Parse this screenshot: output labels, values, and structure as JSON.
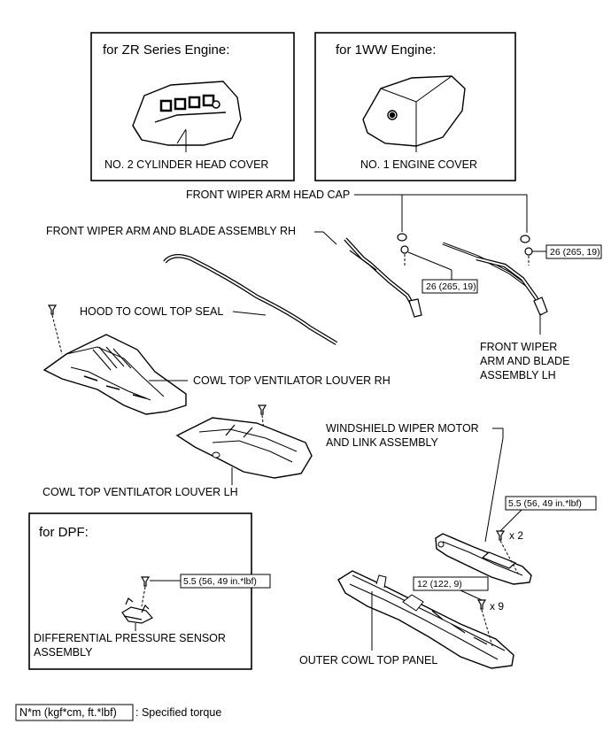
{
  "insets": {
    "zr": {
      "header": "for ZR Series Engine:",
      "label": "NO. 2 CYLINDER HEAD COVER"
    },
    "ww": {
      "header": "for 1WW Engine:",
      "label": "NO. 1 ENGINE COVER"
    },
    "dpf": {
      "header": "for DPF:",
      "label_line1": "DIFFERENTIAL PRESSURE SENSOR",
      "label_line2": "ASSEMBLY",
      "torque": "5.5 (56, 49 in.*lbf)"
    }
  },
  "parts": {
    "head_cap": "FRONT WIPER ARM HEAD CAP",
    "wiper_rh": "FRONT WIPER ARM AND BLADE ASSEMBLY RH",
    "wiper_lh_line1": "FRONT WIPER",
    "wiper_lh_line2": "ARM AND BLADE",
    "wiper_lh_line3": "ASSEMBLY LH",
    "hood_seal": "HOOD TO COWL TOP SEAL",
    "louver_rh": "COWL TOP VENTILATOR LOUVER RH",
    "louver_lh": "COWL TOP VENTILATOR LOUVER LH",
    "motor_line1": "WINDSHIELD WIPER MOTOR",
    "motor_line2": "AND LINK ASSEMBLY",
    "outer_panel": "OUTER COWL TOP PANEL"
  },
  "torques": {
    "wiper_rh_nut": "26 (265, 19)",
    "wiper_lh_nut": "26 (265, 19)",
    "motor_bolt": "5.5 (56, 49 in.*lbf)",
    "panel_bolt": "12 (122, 9)"
  },
  "multipliers": {
    "motor_bolt": "x 2",
    "panel_bolt": "x 9"
  },
  "legend": {
    "box": "N*m (kgf*cm, ft.*lbf)",
    "text": ": Specified torque"
  }
}
